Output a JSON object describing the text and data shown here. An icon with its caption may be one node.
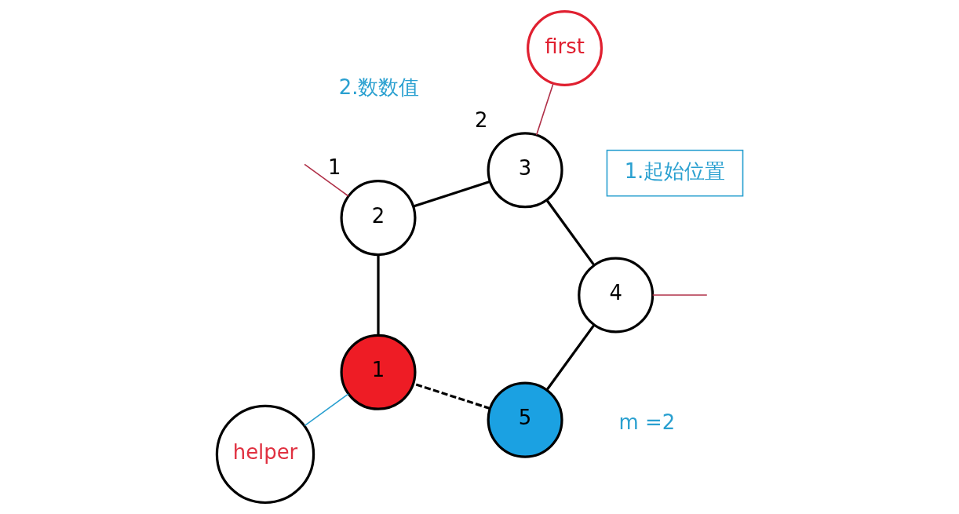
{
  "diagram": {
    "nodes": [
      {
        "text": [
          "1"
        ]
      },
      {
        "text": [
          "2"
        ],
        "beside": [
          "1"
        ]
      },
      {
        "text": [
          "3"
        ],
        "beside": [
          "2"
        ]
      },
      {
        "text": [
          "4"
        ]
      },
      {
        "text": [
          "5"
        ]
      },
      {
        "text": [
          "helper"
        ]
      },
      {
        "text": [
          "first"
        ]
      },
      {
        "text": [
          "1.起始位置"
        ]
      }
    ],
    "edges": [
      {
        "from": 0,
        "to": 1,
        "arrow": "none"
      },
      {
        "from": 1,
        "to": 2,
        "arrow": "none"
      },
      {
        "from": 2,
        "to": 3,
        "arrow": "none"
      },
      {
        "from": 3,
        "to": 4,
        "arrow": "none"
      },
      {
        "from": 4,
        "to": 0,
        "arrow": "none",
        "style": "dashed"
      },
      {
        "from": 5,
        "to": 0,
        "arrow": "none",
        "color": "#2aa0d0"
      },
      {
        "from": 6,
        "to": 2,
        "arrow": "none",
        "color": "#b03048"
      },
      {
        "from": 1,
        "to": null,
        "arrow": "none",
        "color": "#b03048"
      },
      {
        "from": 3,
        "to": null,
        "arrow": "none",
        "color": "#b03048"
      }
    ],
    "labels": [
      "2.数数值",
      "m =2"
    ]
  }
}
